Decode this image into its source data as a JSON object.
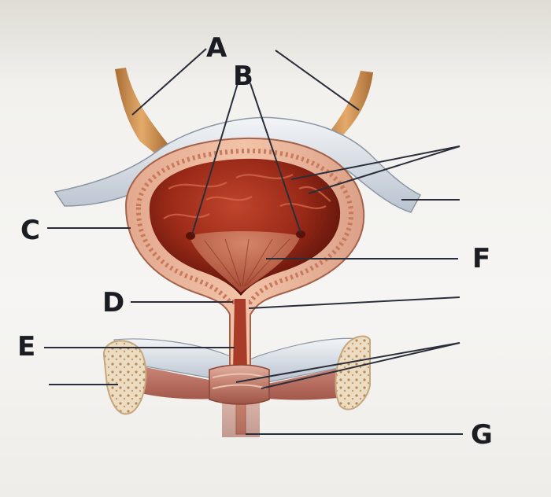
{
  "labels": {
    "a": "A",
    "b": "B",
    "c": "C",
    "d": "D",
    "e": "E",
    "f": "F",
    "g": "G"
  },
  "colors": {
    "leader_line": "#2a2e3a",
    "muscle": "#b4645a",
    "lumen": "#7a1a10",
    "ureter": "#c98a4d",
    "peritoneum": "#c9d1da",
    "bone": "#e9dcc8"
  }
}
